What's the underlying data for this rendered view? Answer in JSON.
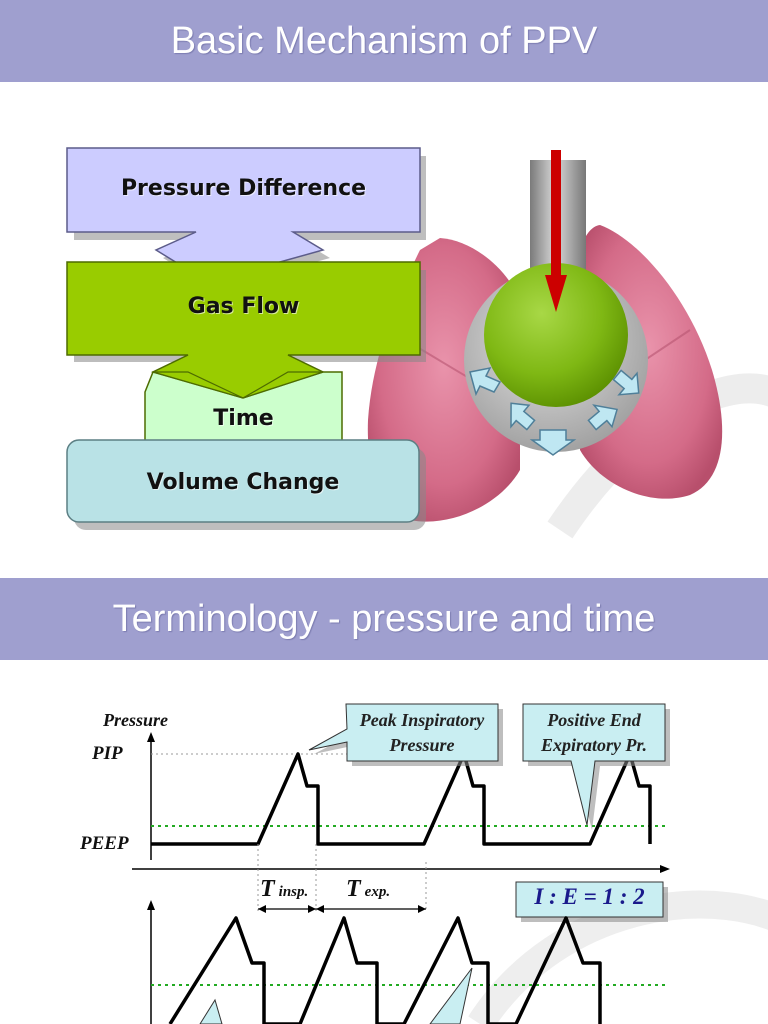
{
  "slide1": {
    "title": "Basic Mechanism of PPV",
    "flow": {
      "step1": "Pressure Difference",
      "step2": "Gas Flow",
      "step3": "Time",
      "step4": "Volume Change"
    },
    "colors": {
      "banner": "#9f9fcf",
      "pressure_box": "#ccccff",
      "gas_flow_box": "#99cc00",
      "time_box": "#ccffcc",
      "volume_box": "#b9e2e6",
      "lung": "#d9718e",
      "arrow": "#cc0000"
    }
  },
  "slide2": {
    "title": "Terminology - pressure and time",
    "axis_y_label": "Pressure",
    "level_pip": "PIP",
    "level_peep": "PEEP",
    "callout_pip": {
      "line1": "Peak Inspiratory",
      "line2": "Pressure"
    },
    "callout_peep": {
      "line1": "Positive End",
      "line2": "Expiratory Pr."
    },
    "t_insp": {
      "main": "T",
      "sub": "insp."
    },
    "t_exp": {
      "main": "T",
      "sub": "exp."
    },
    "ratio": "I : E = 1 : 2"
  }
}
